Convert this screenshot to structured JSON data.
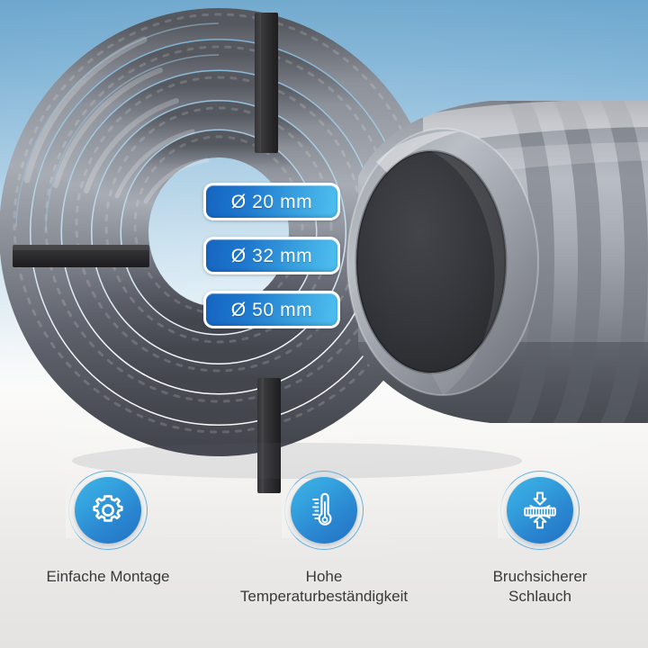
{
  "image": {
    "title": "PVC Spiralschlauch Produktbild",
    "language": "de"
  },
  "background": {
    "sky_top_color": "#6ea7cd",
    "mid_color": "#d8e9f3",
    "bottom_color": "#e4e3e1"
  },
  "product": {
    "type": "coiled-hose",
    "hose_color": "#8a8e96",
    "hose_dark_color": "#4a4d55",
    "strap_color": "#2e2e30",
    "cutaway_color": "#9a9ea6",
    "bore_color": "#3a3b40"
  },
  "badges": {
    "accent_start": "#1565c0",
    "accent_end": "#4fc0ef",
    "items": [
      {
        "label": "Ø 20 mm",
        "value": 20,
        "unit": "mm"
      },
      {
        "label": "Ø 32 mm",
        "value": 32,
        "unit": "mm"
      },
      {
        "label": "Ø 50 mm",
        "value": 50,
        "unit": "mm"
      }
    ]
  },
  "features": {
    "accent_color": "#2a86d0",
    "ring_color": "#4aa8dd",
    "caption_color": "#39393b",
    "items": [
      {
        "icon": "gear-icon",
        "caption": "Einfache Montage"
      },
      {
        "icon": "thermometer-icon",
        "caption": "Hohe\nTemperaturbeständigkeit"
      },
      {
        "icon": "compression-resistant-hose-icon",
        "caption": "Bruchsicherer\nSchlauch"
      }
    ]
  }
}
